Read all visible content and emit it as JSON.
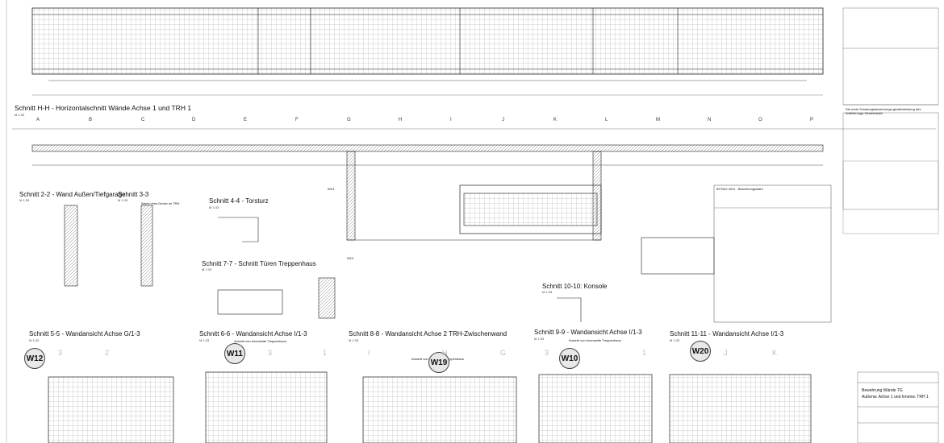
{
  "sections": {
    "hh": {
      "title": "Schnitt H-H - Horizontalschnitt Wände Achse 1 und TRH 1",
      "scale": "M 1:33"
    },
    "s22": {
      "title": "Schnitt 2-2 - Wand Außen/Tiefgarage",
      "scale": "M 1:33"
    },
    "s33": {
      "title": "Schnitt 3-3",
      "scale": "M 1:33",
      "note": "Wand ohne Decke im TRH"
    },
    "s44": {
      "title": "Schnitt 4-4 - Torsturz",
      "scale": "M 1:33"
    },
    "s77": {
      "title": "Schnitt 7-7 - Schnitt Türen Treppenhaus",
      "scale": "M 1:33"
    },
    "s1010": {
      "title": "Schnitt 10-10: Konsole",
      "scale": "M 1:33"
    },
    "s55": {
      "title": "Schnitt 5-5 - Wandansicht Achse G/1-3",
      "scale": "M 1:33"
    },
    "s66": {
      "title": "Schnitt 6-6 - Wandansicht Achse I/1-3",
      "scale": "M 1:33",
      "note": "Ansicht von Innenseite Treppenhaus"
    },
    "s88": {
      "title": "Schnitt 8-8 - Wandansicht Achse 2 TRH-Zwischenwand",
      "scale": "M 1:33",
      "note": "Ansicht von Innenseite Treppenhaus"
    },
    "s99": {
      "title": "Schnitt 9-9 - Wandansicht Achse I/1-3",
      "scale": "M 1:33",
      "note": "Ansicht von Innenseite Treppenhaus"
    },
    "s1111": {
      "title": "Schnitt 11-11 - Wandansicht Achse I/1-3",
      "scale": "M 1:33"
    }
  },
  "axes": [
    "A",
    "B",
    "C",
    "D",
    "E",
    "F",
    "G",
    "H",
    "I",
    "J",
    "K",
    "L",
    "M",
    "N",
    "O",
    "P"
  ],
  "walls": [
    "W12",
    "W11",
    "W19",
    "W10",
    "W20"
  ],
  "wall_tags_plan": [
    "W13",
    "W12"
  ],
  "grid_numbers_elev": {
    "w12": [
      "3",
      "2"
    ],
    "w11": [
      "3",
      "1"
    ],
    "w19": [
      "I",
      "H",
      "G"
    ],
    "w10": [
      "3",
      "1"
    ],
    "w20": [
      "J",
      "K"
    ]
  },
  "notes_header": "Die erste Schalungsbewehrungs-gewährleistung des Anlieferungs-Gewerkstahl",
  "rebar_table_title": "BTSAG 4011 - Bewehrungsstahl",
  "titleblock": {
    "title": "Bewehrung Wände TG",
    "subtitle": "Außenw. Achse 1 und Innenw. TRH 1"
  },
  "colors": {
    "line": "#222222",
    "fill_tag": "#e8e8e8",
    "hatch": "#777777"
  }
}
